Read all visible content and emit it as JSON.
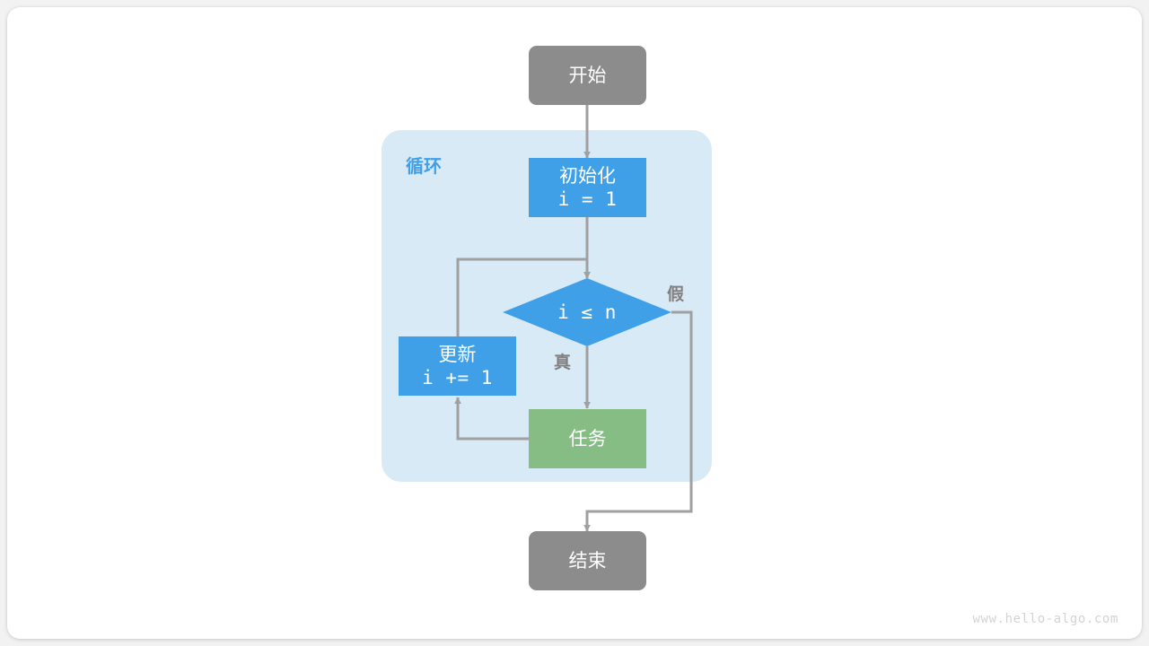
{
  "diagram": {
    "title_watermark": "www.hello-algo.com",
    "colors": {
      "page_background": "#f2f2f2",
      "card_background": "#ffffff",
      "terminal_gray": "#8c8c8c",
      "process_blue": "#3fa0e8",
      "decision_blue": "#3fa0e8",
      "task_green": "#85bd85",
      "loop_region_fill": "#d9eaf7",
      "loop_label_color": "#3fa0e8",
      "edge_stroke": "#a0a0a0",
      "edge_label_color": "#808080",
      "node_text": "#ffffff",
      "watermark_color": "#d3d3d3"
    },
    "loop_region": {
      "label": "循环"
    },
    "nodes": {
      "start": {
        "label": "开始",
        "shape": "rounded-rect",
        "fill": "#8c8c8c"
      },
      "init": {
        "label_cjk": "初始化",
        "label_code": "i = 1",
        "shape": "rect",
        "fill": "#3fa0e8"
      },
      "condition": {
        "label_code": "i ≤ n",
        "shape": "diamond",
        "fill": "#3fa0e8"
      },
      "update": {
        "label_cjk": "更新",
        "label_code": "i += 1",
        "shape": "rect",
        "fill": "#3fa0e8"
      },
      "task": {
        "label": "任务",
        "shape": "rect",
        "fill": "#85bd85"
      },
      "end": {
        "label": "结束",
        "shape": "rounded-rect",
        "fill": "#8c8c8c"
      }
    },
    "edge_labels": {
      "true_branch": "真",
      "false_branch": "假"
    }
  }
}
